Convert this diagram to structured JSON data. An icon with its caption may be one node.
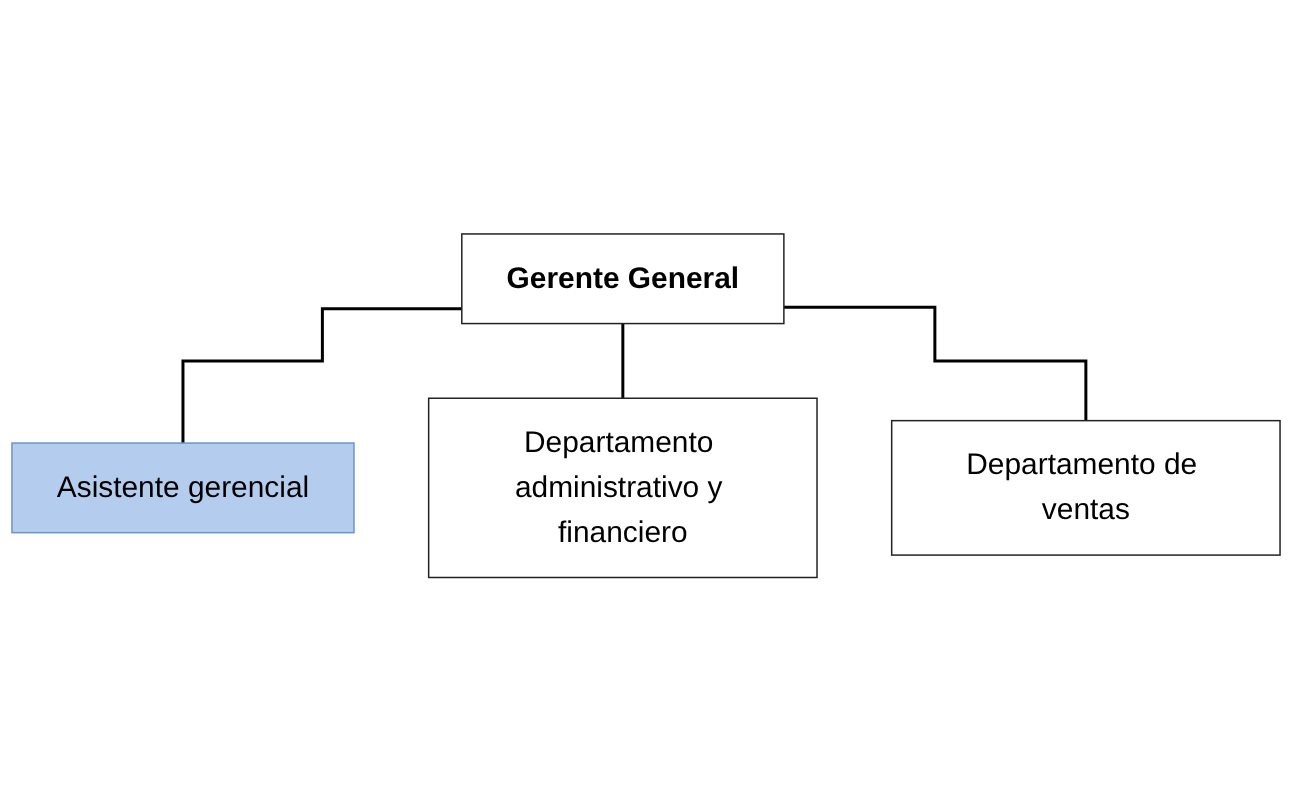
{
  "diagram": {
    "nodes": [
      {
        "text": [
          "Gerente General"
        ]
      },
      {
        "text": [
          "Asistente gerencial"
        ]
      },
      {
        "text": [
          "Departamento administrativo y financiero"
        ]
      },
      {
        "text": [
          "Departamento de ventas"
        ]
      }
    ],
    "edges": [
      {
        "from": 0,
        "to": 1,
        "arrow": "none"
      },
      {
        "from": 0,
        "to": 2,
        "arrow": "none"
      },
      {
        "from": 0,
        "to": 3,
        "arrow": "none"
      }
    ]
  }
}
